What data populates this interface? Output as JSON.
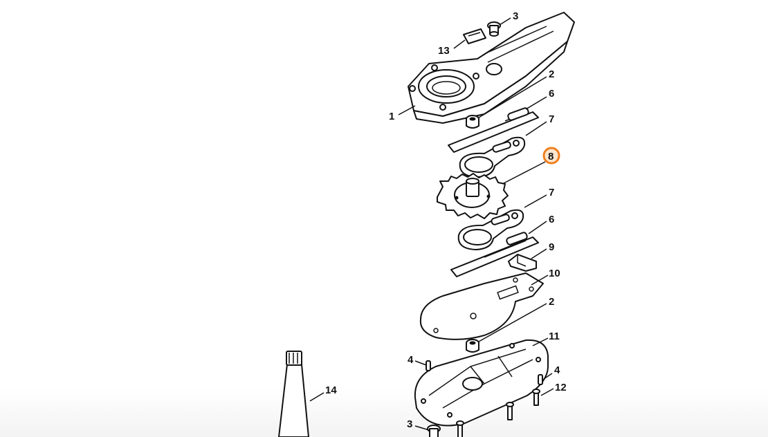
{
  "callouts": {
    "c1": "1",
    "c2a": "2",
    "c2b": "2",
    "c3a": "3",
    "c3b": "3",
    "c4a": "4",
    "c4b": "4",
    "c6a": "6",
    "c6b": "6",
    "c7a": "7",
    "c7b": "7",
    "c8": "8",
    "c9": "9",
    "c10": "10",
    "c11": "11",
    "c12": "12",
    "c13": "13",
    "c14": "14"
  },
  "highlight": {
    "part": "8",
    "color": "#f07f1e"
  }
}
